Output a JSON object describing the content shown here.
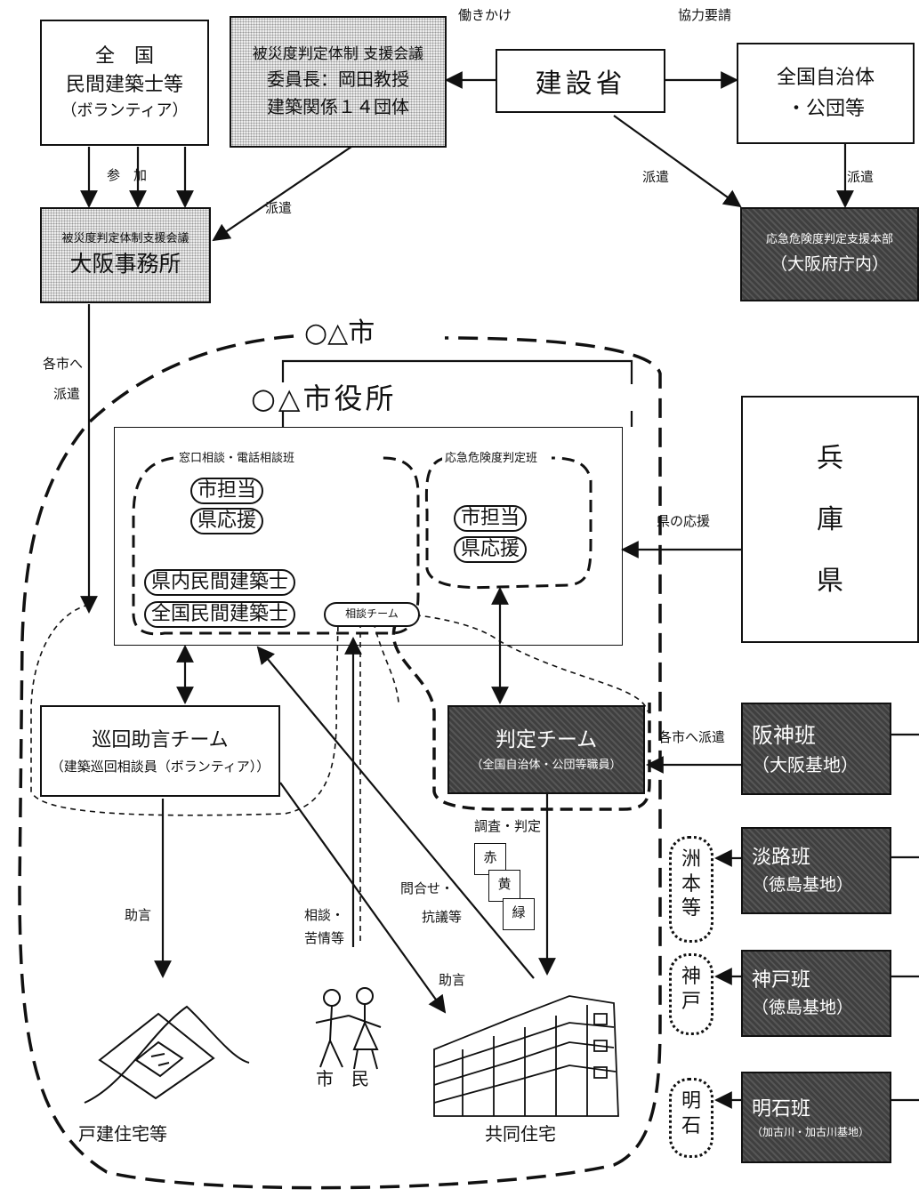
{
  "top": {
    "volunteers": {
      "line1": "全　国",
      "line2": "民間建築士等",
      "line3": "（ボランティア）"
    },
    "support_council": {
      "line1": "被災度判定体制 支援会議",
      "line2": "委員長：岡田教授",
      "line3": "建築関係１４団体"
    },
    "ministry": "建設省",
    "municipalities": {
      "line1": "全国自治体",
      "line2": "・公団等"
    },
    "osaka_office": {
      "line1": "被災度判定体制支援会議",
      "line2": "大阪事務所"
    },
    "hq": {
      "line1": "応急危険度判定支援本部",
      "line2": "（大阪府庁内）"
    }
  },
  "labels": {
    "hatarakikake": "働きかけ",
    "kyoryoku": "協力要請",
    "sanka": "参　加",
    "haken1": "派遣",
    "haken2": "派遣",
    "haken3": "派遣",
    "kakushi_1": "各市へ",
    "kakushi_2": "派遣",
    "ken_ouen": "県の応援",
    "kakushi_haken": "各市へ派遣",
    "jogen1": "助言",
    "jogen2": "助言",
    "sodan_1": "相談・",
    "sodan_2": "苦情等",
    "toiawase_1": "問合せ・",
    "toiawase_2": "抗議等",
    "chosa": "調査・判定"
  },
  "city": {
    "name": "○△市",
    "office": "○△市役所",
    "consult_group": "窓口相談・電話相談班",
    "judge_group": "応急危険度判定班",
    "city_staff_a": "市担当",
    "pref_support_a": "県応援",
    "city_staff_b": "市担当",
    "pref_support_b": "県応援",
    "pref_architects": "県内民間建築士",
    "national_architects": "全国民間建築士",
    "consult_team": "相談チーム"
  },
  "patrol": {
    "line1": "巡回助言チーム",
    "line2": "（建築巡回相談員（ボランティア））"
  },
  "judge_team": {
    "line1": "判定チーム",
    "line2": "（全国自治体・公団等職員）"
  },
  "tags": [
    "赤",
    "黄",
    "緑"
  ],
  "hyogo": [
    "兵",
    "庫",
    "県"
  ],
  "teams": [
    {
      "line1": "阪神班",
      "line2": "（大阪基地）"
    },
    {
      "line1": "淡路班",
      "line2": "（徳島基地）"
    },
    {
      "line1": "神戸班",
      "line2": "（徳島基地）"
    },
    {
      "line1": "明石班",
      "line2": "（加古川・加古川基地）"
    }
  ],
  "areas": [
    [
      "洲",
      "本",
      "等"
    ],
    [
      "神",
      "戸"
    ],
    [
      "明",
      "石"
    ]
  ],
  "bottom": {
    "citizens": "市　民",
    "detached": "戸建住宅等",
    "apartment": "共同住宅"
  }
}
